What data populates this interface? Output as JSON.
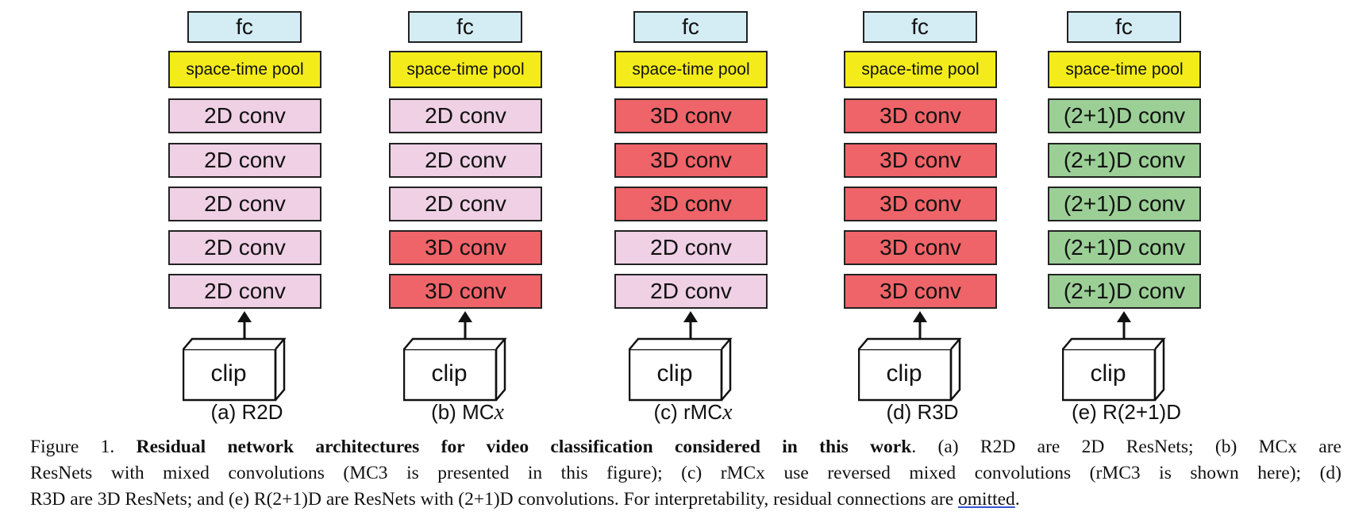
{
  "columns": [
    {
      "fc": "fc",
      "pool": "space-time pool",
      "layers": [
        "2D conv",
        "2D conv",
        "2D conv",
        "2D conv",
        "2D conv"
      ],
      "layer_types": [
        "2d",
        "2d",
        "2d",
        "2d",
        "2d"
      ],
      "clip": "clip",
      "label_prefix": "(a) R2D",
      "label_italic": ""
    },
    {
      "fc": "fc",
      "pool": "space-time pool",
      "layers": [
        "2D conv",
        "2D conv",
        "2D conv",
        "3D conv",
        "3D conv"
      ],
      "layer_types": [
        "2d",
        "2d",
        "2d",
        "3d",
        "3d"
      ],
      "clip": "clip",
      "label_prefix": "(b) MC",
      "label_italic": "x"
    },
    {
      "fc": "fc",
      "pool": "space-time pool",
      "layers": [
        "3D conv",
        "3D conv",
        "3D conv",
        "2D conv",
        "2D conv"
      ],
      "layer_types": [
        "3d",
        "3d",
        "3d",
        "2d",
        "2d"
      ],
      "clip": "clip",
      "label_prefix": "(c) rMC",
      "label_italic": "x"
    },
    {
      "fc": "fc",
      "pool": "space-time pool",
      "layers": [
        "3D conv",
        "3D conv",
        "3D conv",
        "3D conv",
        "3D conv"
      ],
      "layer_types": [
        "3d",
        "3d",
        "3d",
        "3d",
        "3d"
      ],
      "clip": "clip",
      "label_prefix": "(d) R3D",
      "label_italic": ""
    },
    {
      "fc": "fc",
      "pool": "space-time pool",
      "layers": [
        "(2+1)D conv",
        "(2+1)D conv",
        "(2+1)D conv",
        "(2+1)D conv",
        "(2+1)D conv"
      ],
      "layer_types": [
        "21d",
        "21d",
        "21d",
        "21d",
        "21d"
      ],
      "clip": "clip",
      "label_prefix": "(e) R(2+1)D",
      "label_italic": ""
    }
  ],
  "colors": {
    "fc": "#d4ecf4",
    "pool": "#f3ec1a",
    "conv_2d": "#efd0e5",
    "conv_3d": "#ef6469",
    "conv_21d": "#9bcf96"
  },
  "caption": {
    "prefix": "Figure 1. ",
    "bold": "Residual network architectures for video classification considered in this work",
    "line1_rest": ".  (a) R2D are 2D ResNets; (b) MCx are",
    "line2": "ResNets with mixed convolutions (MC3 is presented in this figure); (c) rMCx use reversed mixed convolutions (rMC3 is shown here); (d)",
    "line3_start": "R3D are 3D ResNets; and (e) R(2+1)D are ResNets with (2+1)D convolutions. For interpretability, residual connections are ",
    "line3_underlined": "omitted",
    "line3_end": "."
  }
}
